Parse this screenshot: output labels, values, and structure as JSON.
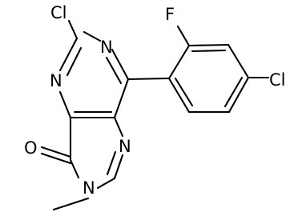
{
  "molecule": {
    "atoms": {
      "cl_top": "Cl",
      "n_right": "N",
      "n_left": "N",
      "f": "F",
      "cl_right": "Cl",
      "o": "O",
      "n_lower": "N",
      "n_methyl": "N"
    }
  },
  "colors": {
    "ink": "#000000",
    "background": "#ffffff"
  }
}
